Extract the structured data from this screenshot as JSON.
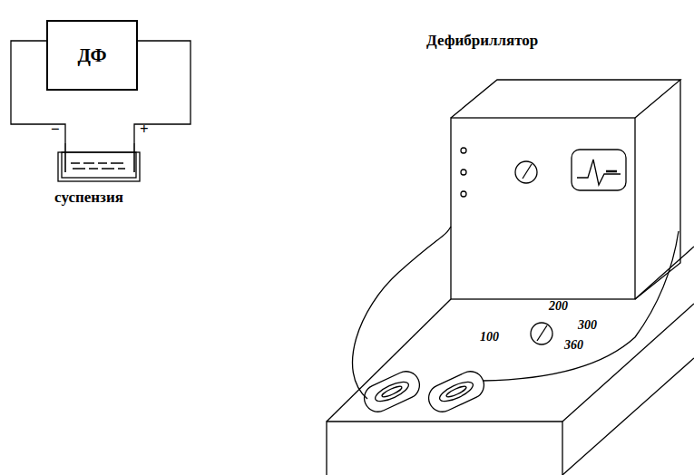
{
  "diagram": {
    "title": "Дефибриллятор",
    "nodes": [
      {
        "text": [
          "ДФ"
        ]
      },
      {
        "text": [
          "суспензия"
        ]
      }
    ],
    "edges": [
      {
        "from": 0,
        "to": 1,
        "arrow": "none"
      },
      {
        "from": 0,
        "to": 1,
        "arrow": "none"
      }
    ],
    "labels": [
      "−",
      "+",
      "100",
      "200",
      "300",
      "360"
    ]
  }
}
